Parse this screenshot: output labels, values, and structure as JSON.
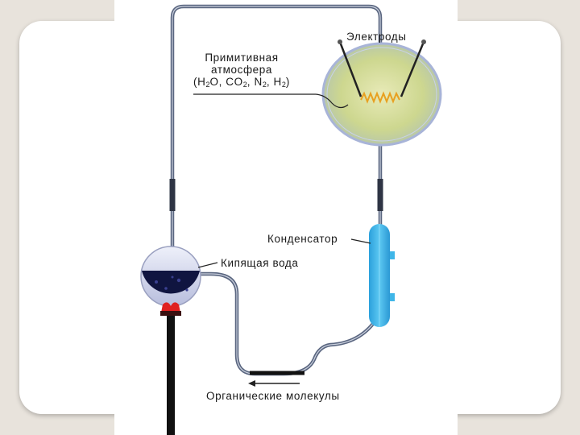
{
  "diagram": {
    "labels": {
      "electrodes": "Электроды",
      "atmosphere_line1": "Примитивная",
      "atmosphere_line2": "атмосфера",
      "formula": {
        "open": "(H",
        "sub1": "2",
        "mid1": "O, CO",
        "sub2": "2",
        "mid2": ", N",
        "sub3": "2",
        "mid3": ", H",
        "sub4": "2",
        "close": ")"
      },
      "condenser": "Конденсатор",
      "boiling_water": "Кипящая вода",
      "organic_molecules": "Органические молекулы"
    },
    "colors": {
      "slide_background": "#e8e3dc",
      "card": "#ffffff",
      "tubing": "#5a6680",
      "flask_glow": "#d4dc9a",
      "flask_ring": "#a8b4d8",
      "spark": "#e8a020",
      "condenser": "#3fb6e8",
      "water": "#101540",
      "flame": "#e02020"
    }
  }
}
